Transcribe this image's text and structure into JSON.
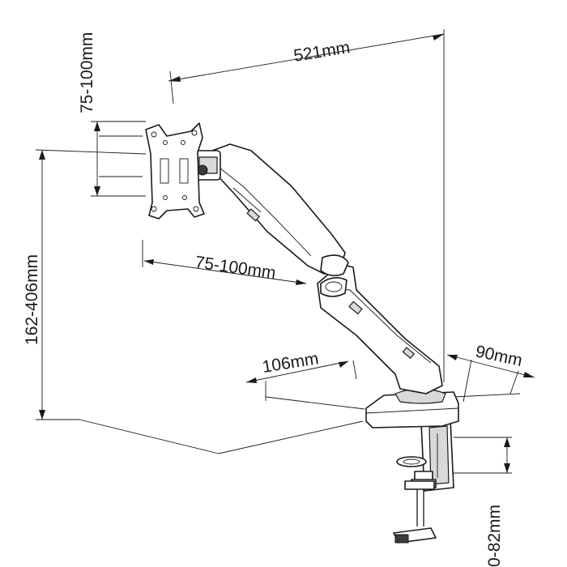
{
  "dimensions": {
    "total_reach": "521mm",
    "vesa_vertical": "75-100mm",
    "vesa_horizontal": "75-100mm",
    "height_range": "162-406mm",
    "base_depth": "106mm",
    "base_width": "90mm",
    "clamp_range": "0-82mm"
  }
}
